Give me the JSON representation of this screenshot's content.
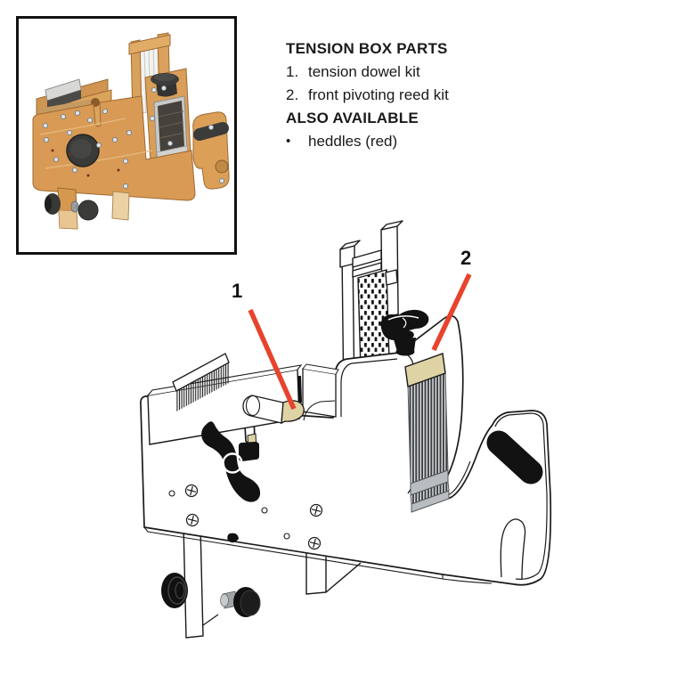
{
  "parts_list": {
    "title": "TENSION BOX PARTS",
    "items": [
      {
        "num": "1.",
        "label": "tension dowel kit"
      },
      {
        "num": "2.",
        "label": "front pivoting reed kit"
      }
    ],
    "also_title": "ALSO AVAILABLE",
    "also_items": [
      {
        "bullet": "•",
        "label": "heddles (red)"
      }
    ]
  },
  "diagram": {
    "callouts": [
      {
        "number": "1"
      },
      {
        "number": "2"
      }
    ],
    "colors": {
      "callout_red": "#e8432d",
      "highlight_tan": "#ded3a4",
      "line_black": "#1a1a1a",
      "reed_gray": "#b9bdc2",
      "photo_wood": "#d89a54"
    }
  }
}
